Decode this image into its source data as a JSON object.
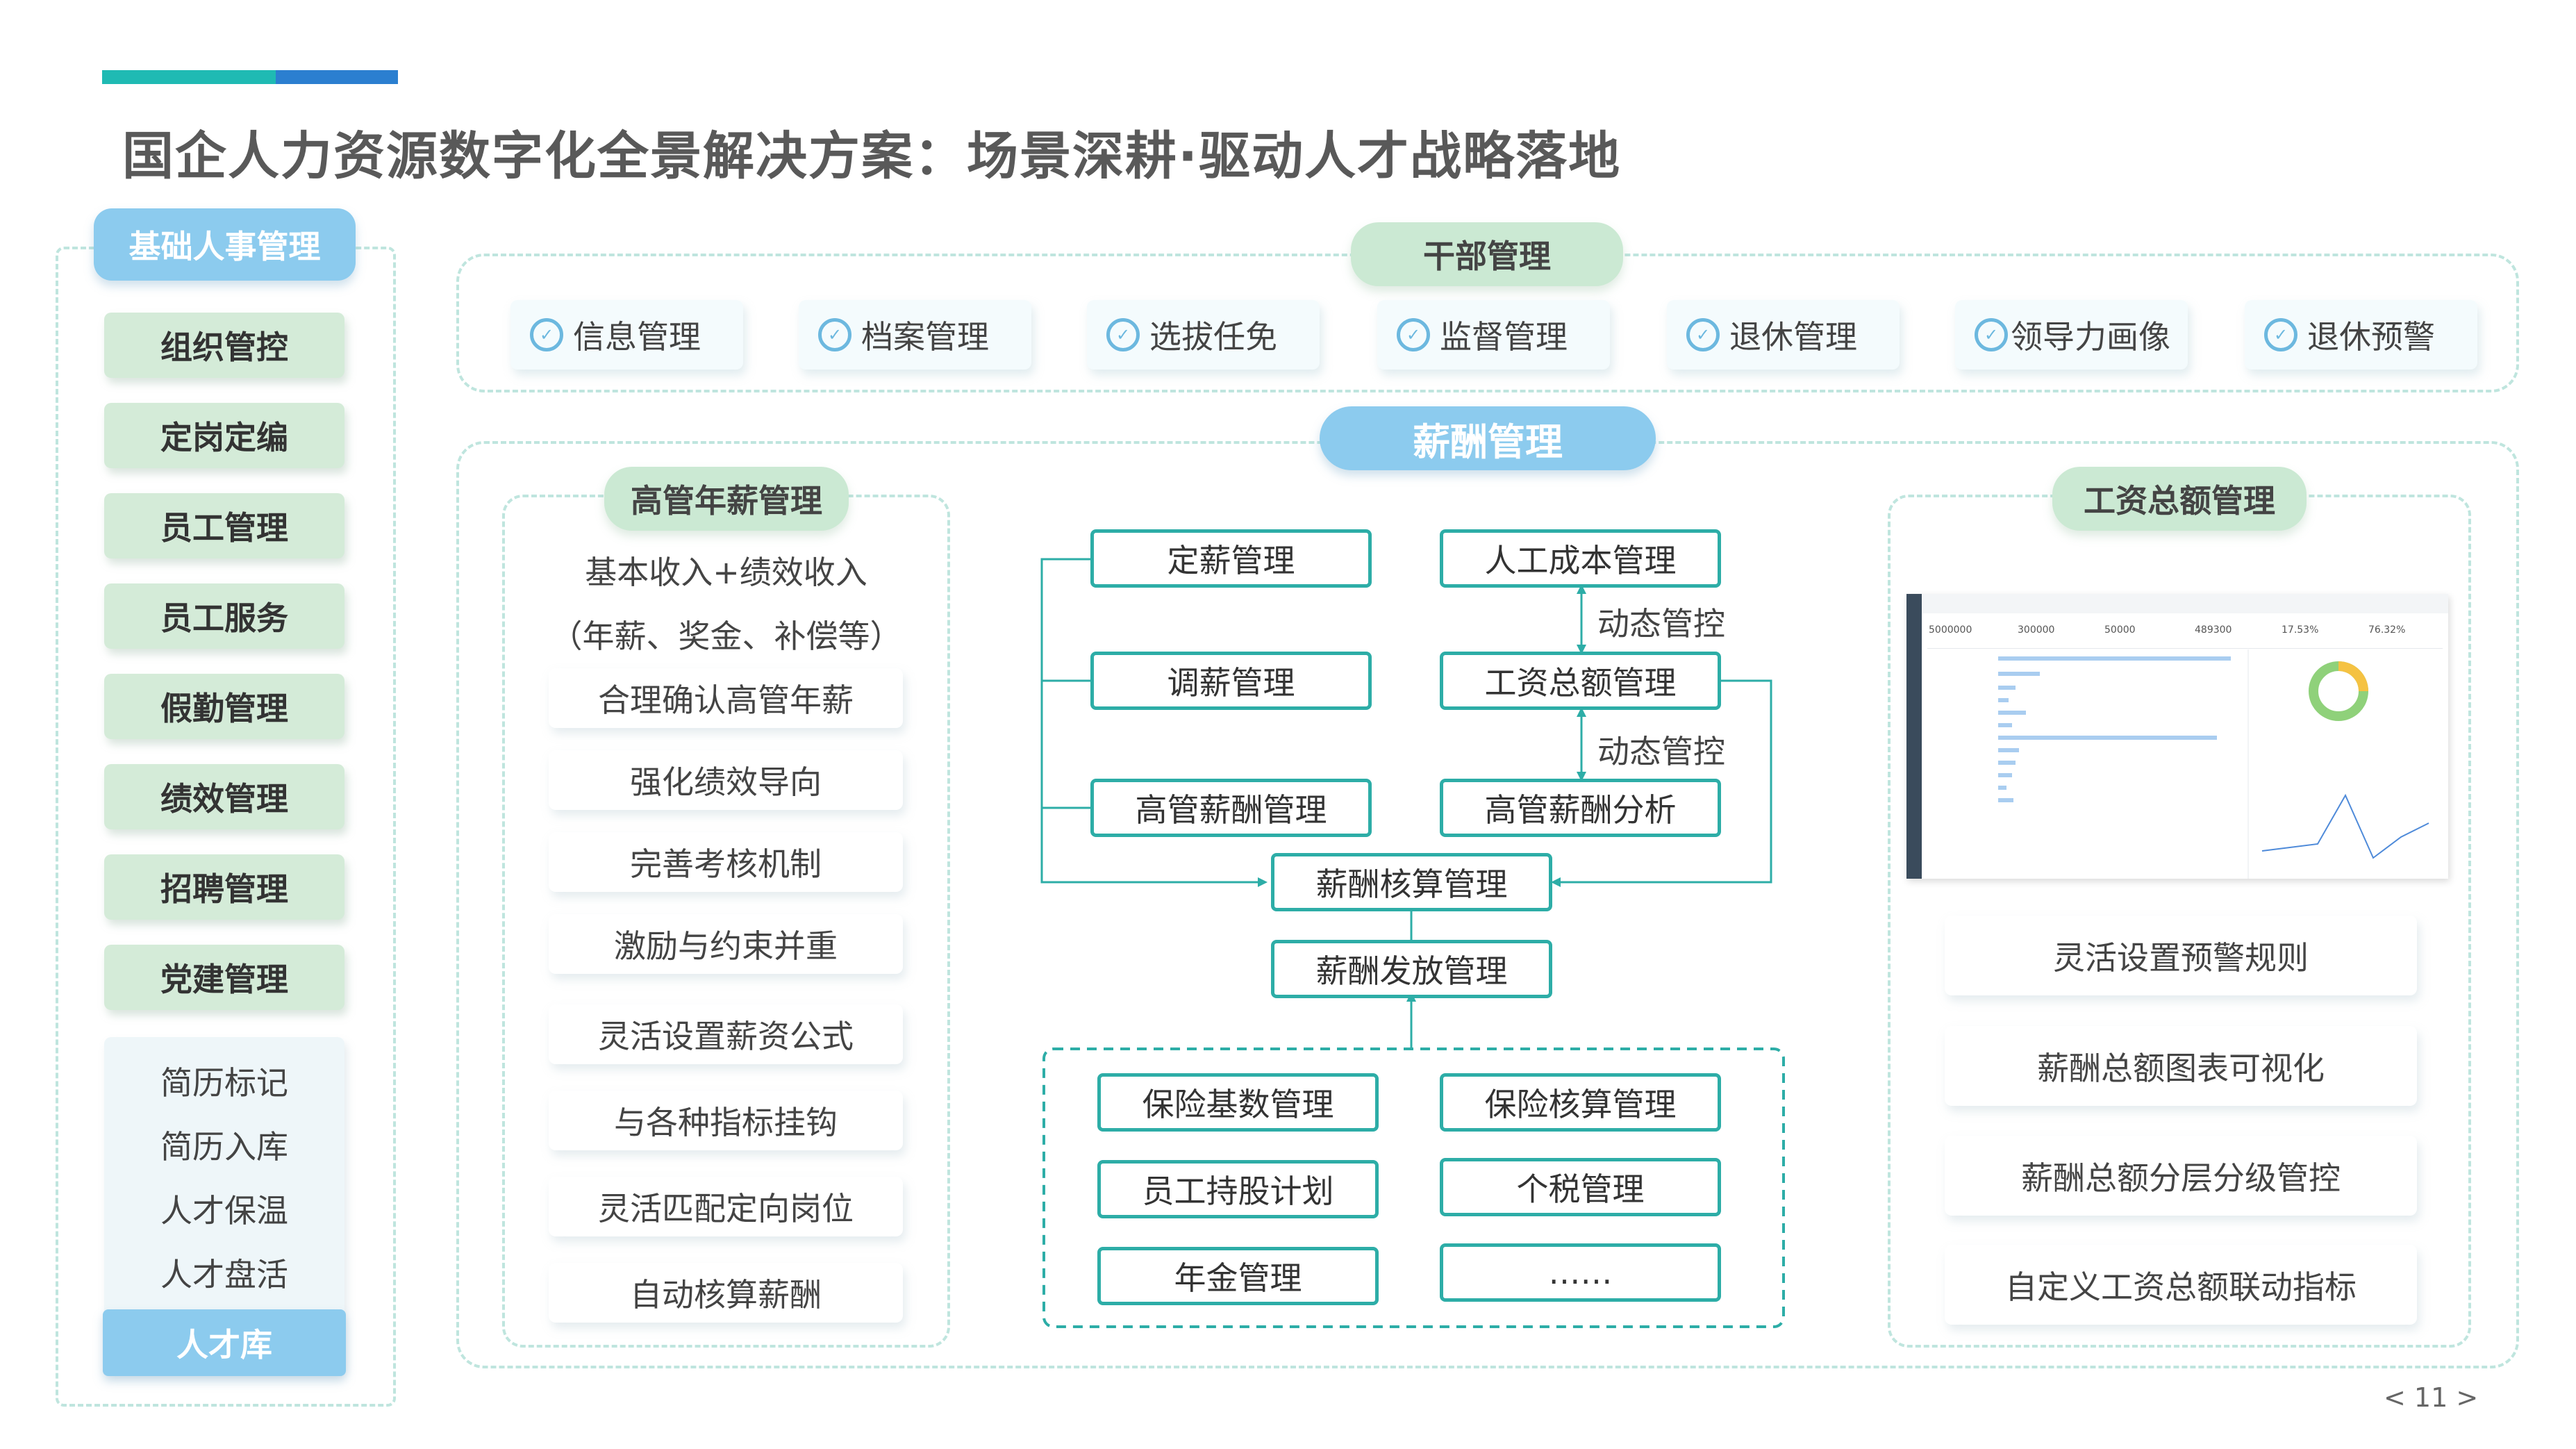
{
  "title": "国企人力资源数字化全景解决方案：场景深耕·驱动人才战略落地",
  "sidebar": {
    "header": "基础人事管理",
    "items": [
      "组织管控",
      "定岗定编",
      "员工管理",
      "员工服务",
      "假勤管理",
      "绩效管理",
      "招聘管理",
      "党建管理"
    ],
    "talent_items": [
      "简历标记",
      "简历入库",
      "人才保温",
      "人才盘活"
    ],
    "talent_pool": "人才库"
  },
  "cadre": {
    "header": "干部管理",
    "items": [
      "信息管理",
      "档案管理",
      "选拔任免",
      "监督管理",
      "退休管理",
      "领导力画像",
      "退休预警"
    ]
  },
  "salary": {
    "header": "薪酬管理",
    "exec": {
      "header": "高管年薪管理",
      "line1": "基本收入+绩效收入",
      "line2": "（年薪、奖金、补偿等）",
      "items": [
        "合理确认高管年薪",
        "强化绩效导向",
        "完善考核机制",
        "激励与约束并重",
        "灵活设置薪资公式",
        "与各种指标挂钩",
        "灵活匹配定向岗位",
        "自动核算薪酬"
      ]
    },
    "flow": {
      "left": [
        "定薪管理",
        "调薪管理",
        "高管薪酬管理"
      ],
      "right": [
        "人工成本管理",
        "工资总额管理",
        "高管薪酬分析"
      ],
      "dynamic1": "动态管控",
      "dynamic2": "动态管控",
      "calc": "薪酬核算管理",
      "pay": "薪酬发放管理",
      "bottom": [
        "保险基数管理",
        "保险核算管理",
        "员工持股计划",
        "个税管理",
        "年金管理",
        "……"
      ]
    },
    "total": {
      "header": "工资总额管理",
      "kpis": [
        "5000000",
        "300000",
        "50000",
        "489300",
        "17.53%",
        "76.32%"
      ],
      "items": [
        "灵活设置预警规则",
        "薪酬总额图表可视化",
        "薪酬总额分层分级管控",
        "自定义工资总额联动指标"
      ]
    }
  },
  "page_number": "< 11 >"
}
